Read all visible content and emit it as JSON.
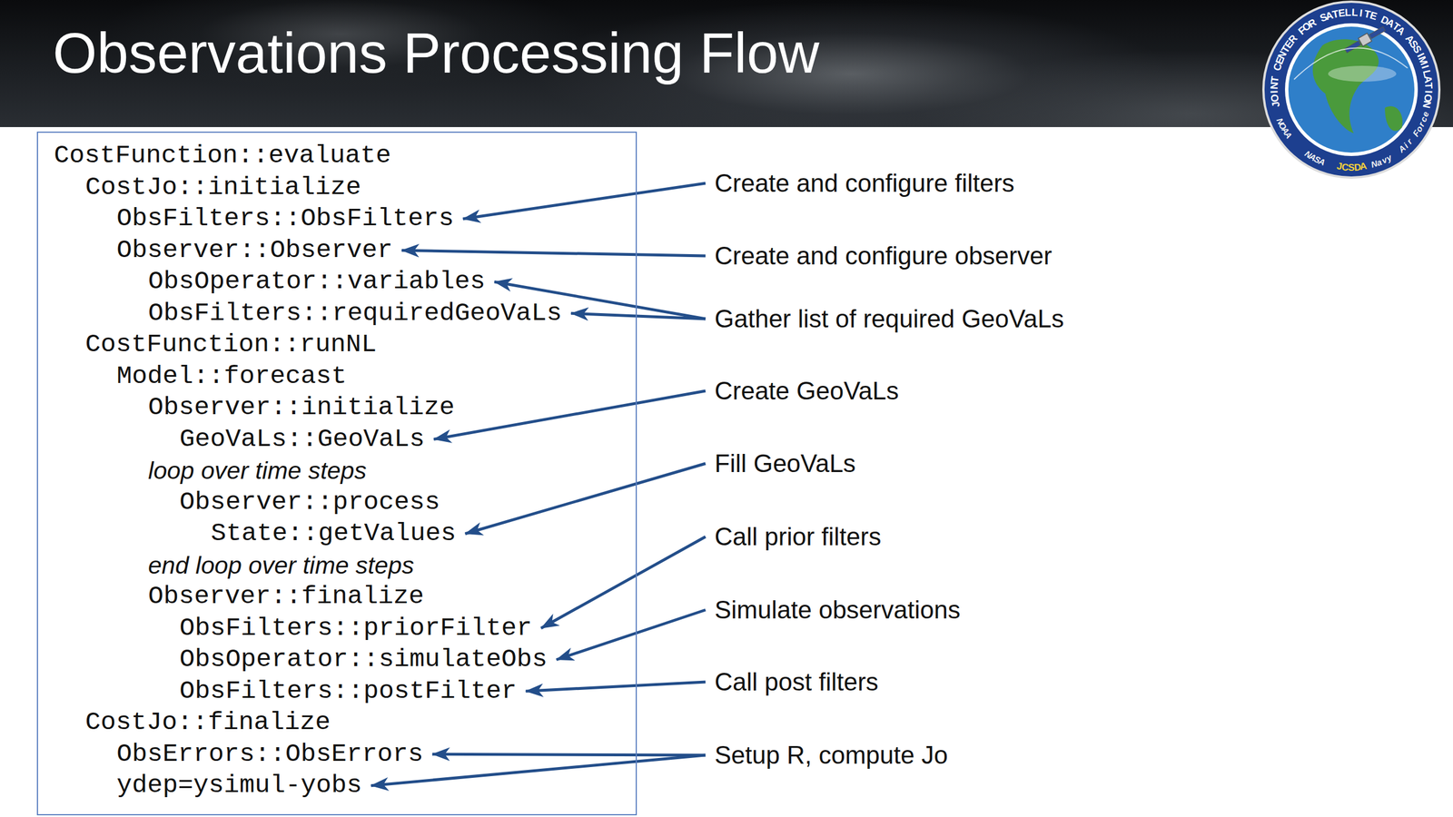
{
  "diagram": {
    "title": "Observations Processing Flow",
    "nodes": [
      {
        "text": [
          "CostFunction::evaluate",
          "CostJo::initialize",
          "ObsFilters::ObsFilters",
          "Observer::Observer",
          "ObsOperator::variables",
          "ObsFilters::requiredGeoVaLs",
          "CostFunction::runNL",
          "Model::forecast",
          "Observer::initialize",
          "GeoVaLs::GeoVaLs",
          "loop over time steps",
          "Observer::process",
          "State::getValues",
          "end loop over time steps",
          "Observer::finalize",
          "ObsFilters::priorFilter",
          "ObsOperator::simulateObs",
          "ObsFilters::postFilter",
          "CostJo::finalize",
          "ObsErrors::ObsErrors",
          "ydep=ysimul-yobs"
        ]
      }
    ],
    "labels": [
      "Create and configure filters",
      "Create and configure observer",
      "Gather list of required GeoVaLs",
      "Create GeoVaLs",
      "Fill GeoVaLs",
      "Call prior filters",
      "Simulate observations",
      "Call post filters",
      "Setup R, compute Jo",
      "JOINT CENTER FOR SATELLITE DATA ASSIMILATION",
      "NOAA",
      "NASA",
      "JCSDA",
      "Navy",
      "Air Force"
    ]
  }
}
